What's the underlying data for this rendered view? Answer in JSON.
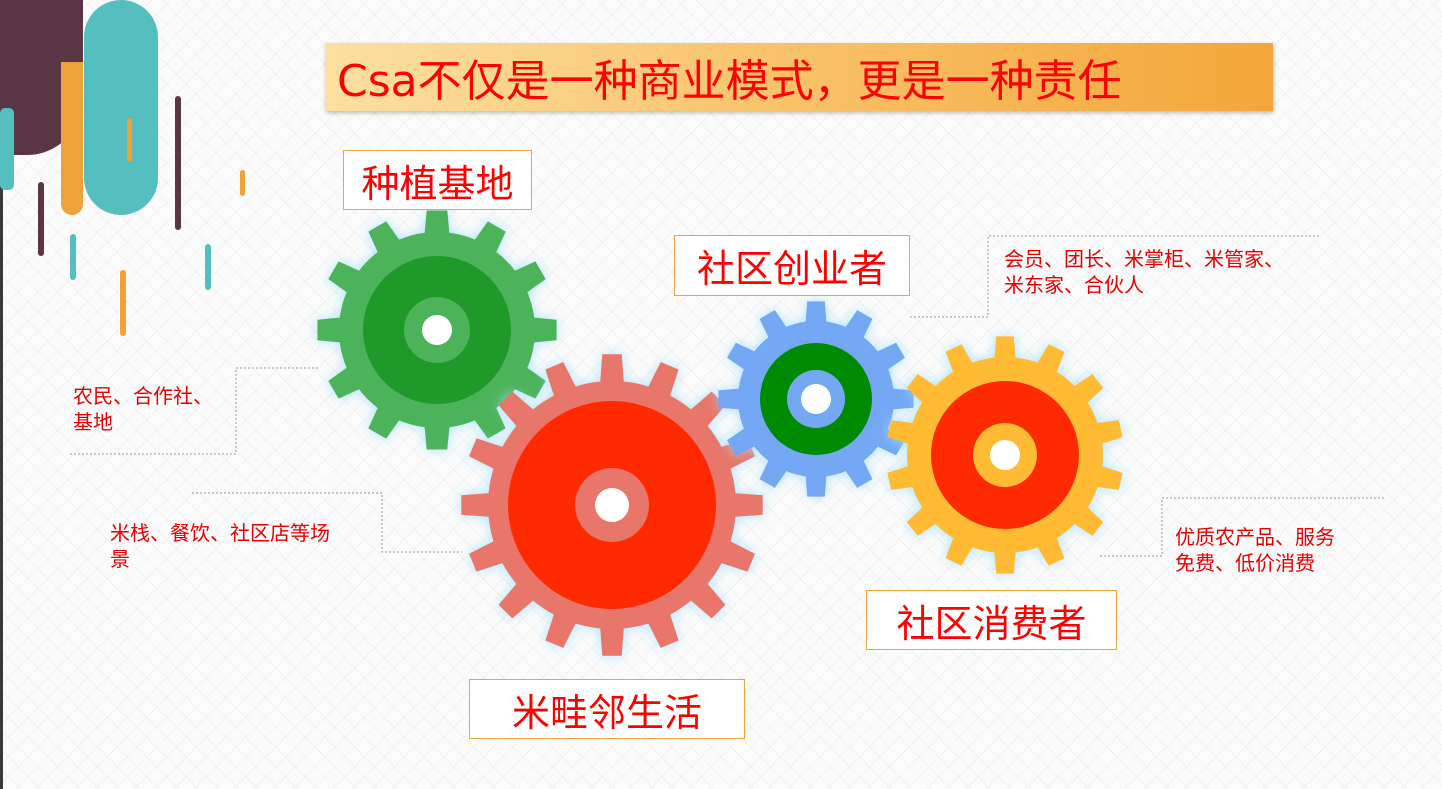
{
  "title": "Csa不仅是一种商业模式，更是一种责任",
  "labels": {
    "planting_base": "种植基地",
    "community_entrepreneur": "社区创业者",
    "community_consumer": "社区消费者",
    "mi_wa_lin": "米畦邻生活"
  },
  "notes": {
    "farmers_line1": "农民、合作社、",
    "farmers_line2": "基地",
    "scenes_line1": "米栈、餐饮、社区店等场",
    "scenes_line2": "景",
    "members_line1": "会员、团长、米掌柜、米管家、",
    "members_line2": "米东家、合伙人",
    "products_line1": "优质农产品、服务",
    "products_line2": "免费、低价消费"
  },
  "colors": {
    "title_text": "#ff0000",
    "title_gradient_start": "#fbe0a3",
    "title_gradient_end": "#f3a63a",
    "label_border": "#f2a43a",
    "gear_green_outer": "#4cb35a",
    "gear_green_inner": "#1f9a2a",
    "gear_red_outer": "#e8766a",
    "gear_red_inner": "#ff2a00",
    "gear_blue_outer": "#74a8f5",
    "gear_blue_inner": "#008a00",
    "gear_yellow_outer": "#ffbb33",
    "gear_yellow_inner": "#ff2a00",
    "deco_purple": "#5a3545",
    "deco_teal": "#55bfbf",
    "deco_orange": "#f0a23a"
  }
}
